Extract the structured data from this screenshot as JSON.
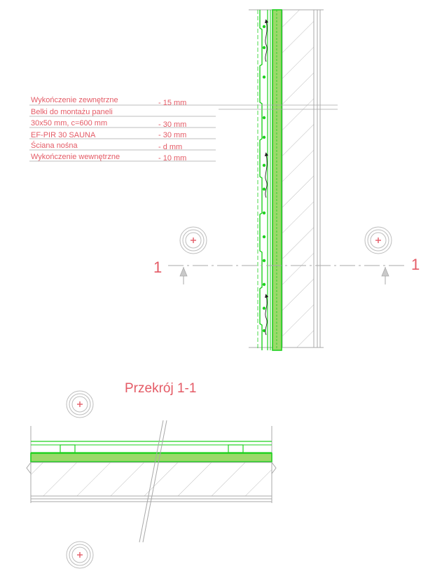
{
  "layers": [
    {
      "name": "Wykończenie zewnętrzne",
      "thickness": "- 15 mm"
    },
    {
      "name": "Belki do montażu paneli",
      "thickness": ""
    },
    {
      "name": "30x50 mm, c=600 mm",
      "thickness": "- 30 mm"
    },
    {
      "name": "EF-PIR 30 SAUNA",
      "thickness": "- 30 mm"
    },
    {
      "name": "Ściana nośna",
      "thickness": "- d mm"
    },
    {
      "name": "Wykończenie wewnętrzne",
      "thickness": "- 10 mm"
    }
  ],
  "section_mark": "1",
  "section_title": "Przekrój 1-1",
  "colors": {
    "label": "#e45b66",
    "insulation_green": "#1fd11f",
    "insulation_fill": "#9bd96a",
    "line_gray": "#a8a8a8",
    "hatch_gray": "#b8b8b8"
  }
}
